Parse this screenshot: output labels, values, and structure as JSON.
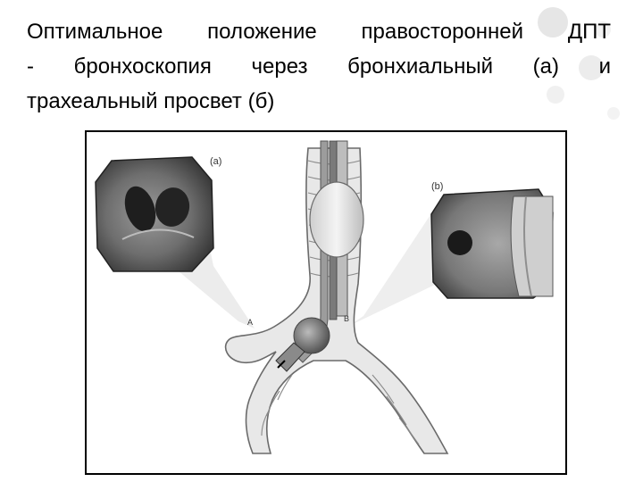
{
  "slide": {
    "title_lines": [
      "Оптимальное положение правосторонней  ДПТ",
      "- бронхоскопия  через  бронхиальный (а)  и",
      "трахеальный просвет (б)"
    ]
  },
  "figure": {
    "label_a": "(a)",
    "label_b": "(b)",
    "point_a": "A",
    "point_b": "B"
  }
}
